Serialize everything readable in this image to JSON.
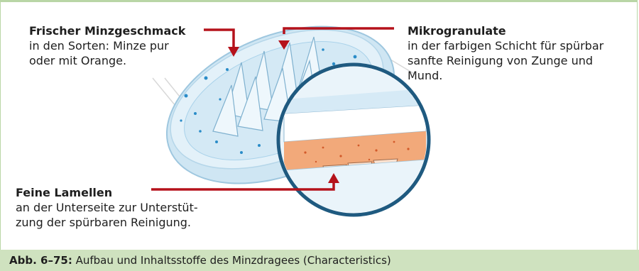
{
  "labels": {
    "mint": {
      "title": "Frischer Minzgeschmack",
      "line1": "in den Sorten: Minze pur",
      "line2": "oder mit Orange."
    },
    "granules": {
      "title": "Mikrogranulate",
      "line1": "in der farbigen Schicht für spürbar",
      "line2": "sanfte Reinigung von Zunge und",
      "line3": "Mund."
    },
    "lamellae": {
      "title": "Feine Lamellen",
      "line1": "an der Unterseite zur Unterstüt-",
      "line2": "zung der spürbaren Reinigung."
    }
  },
  "caption": {
    "number": "Abb. 6–75:",
    "text": " Aufbau und Inhaltsstoffe des Minzdragees (Characteristics)"
  },
  "colors": {
    "arrow": "#b5121b",
    "caption_bg": "#cfe2bf",
    "frame": "#b9d6a6",
    "dragee_light": "#d9ecf6",
    "dragee_mid": "#a9d2ea",
    "dragee_dot": "#2a8cc8",
    "orange_layer": "#f2a97a"
  }
}
